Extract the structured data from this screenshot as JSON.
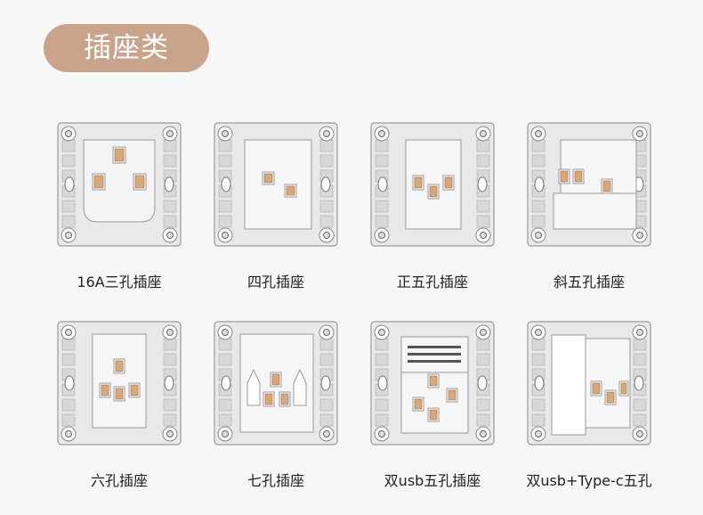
{
  "header": {
    "title": "插座类"
  },
  "products": [
    {
      "label": "16A三孔插座",
      "variant": "16a"
    },
    {
      "label": "四孔插座",
      "variant": "four"
    },
    {
      "label": "正五孔插座",
      "variant": "five"
    },
    {
      "label": "斜五孔插座",
      "variant": "slant"
    },
    {
      "label": "六孔插座",
      "variant": "six"
    },
    {
      "label": "七孔插座",
      "variant": "seven"
    },
    {
      "label": "双usb五孔插座",
      "variant": "usb"
    },
    {
      "label": "双usb+Type-c五孔",
      "variant": "typec"
    }
  ],
  "colors": {
    "accent": "#c9a48b",
    "contact": "#d9a878"
  }
}
